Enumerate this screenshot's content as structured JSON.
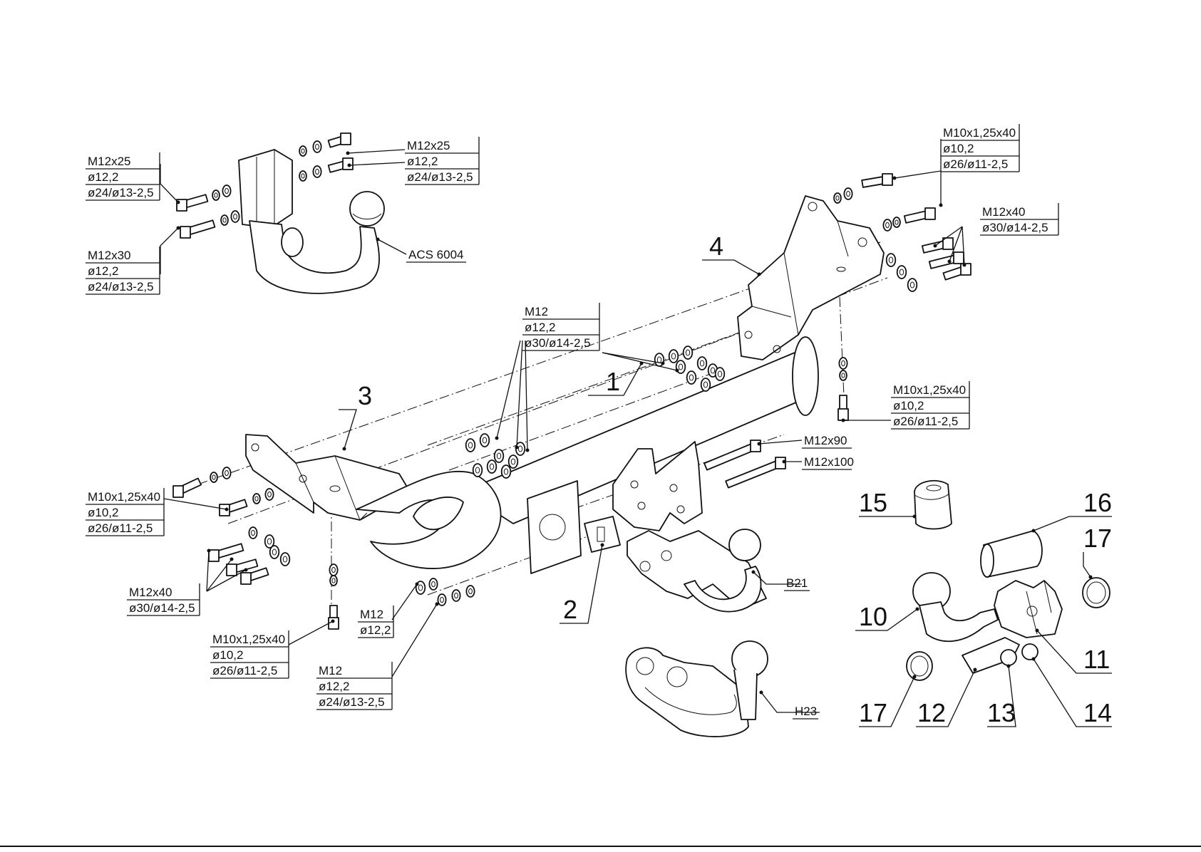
{
  "diagram": {
    "callout_labels": [
      {
        "id": "m12x25-left",
        "lines": [
          "M12x25",
          "ø12,2",
          "ø24/ø13-2,5"
        ]
      },
      {
        "id": "m12x30-left",
        "lines": [
          "M12x30",
          "ø12,2",
          "ø24/ø13-2,5"
        ]
      },
      {
        "id": "m12x25-top",
        "lines": [
          "M12x25",
          "ø12,2",
          "ø24/ø13-2,5"
        ]
      },
      {
        "id": "acs",
        "lines": [
          "ACS 6004"
        ]
      },
      {
        "id": "m12-center",
        "lines": [
          "M12",
          "ø12,2",
          "ø30/ø14-2,5"
        ]
      },
      {
        "id": "m10-top-right",
        "lines": [
          "M10x1,25x40",
          "ø10,2",
          "ø26/ø11-2,5"
        ]
      },
      {
        "id": "m12x40-right",
        "lines": [
          "M12x40",
          "ø30/ø14-2,5"
        ]
      },
      {
        "id": "m10-mid-right",
        "lines": [
          "M10x1,25x40",
          "ø10,2",
          "ø26/ø11-2,5"
        ]
      },
      {
        "id": "m12x90",
        "lines": [
          "M12x90"
        ]
      },
      {
        "id": "m12x100",
        "lines": [
          "M12x100"
        ]
      },
      {
        "id": "m10-left",
        "lines": [
          "M10x1,25x40",
          "ø10,2",
          "ø26/ø11-2,5"
        ]
      },
      {
        "id": "m12x40-left",
        "lines": [
          "M12x40",
          "ø30/ø14-2,5"
        ]
      },
      {
        "id": "m12-bottom",
        "lines": [
          "M12",
          "ø12,2"
        ]
      },
      {
        "id": "m10-bottom",
        "lines": [
          "M10x1,25x40",
          "ø10,2",
          "ø26/ø11-2,5"
        ]
      },
      {
        "id": "m12-bottom-2",
        "lines": [
          "M12",
          "ø12,2",
          "ø24/ø13-2,5"
        ]
      },
      {
        "id": "b21",
        "lines": [
          "B21"
        ]
      },
      {
        "id": "h23",
        "lines": [
          "H23"
        ]
      }
    ],
    "part_numbers": [
      "1",
      "2",
      "3",
      "4",
      "10",
      "11",
      "12",
      "13",
      "14",
      "15",
      "16",
      "17",
      "17"
    ]
  }
}
